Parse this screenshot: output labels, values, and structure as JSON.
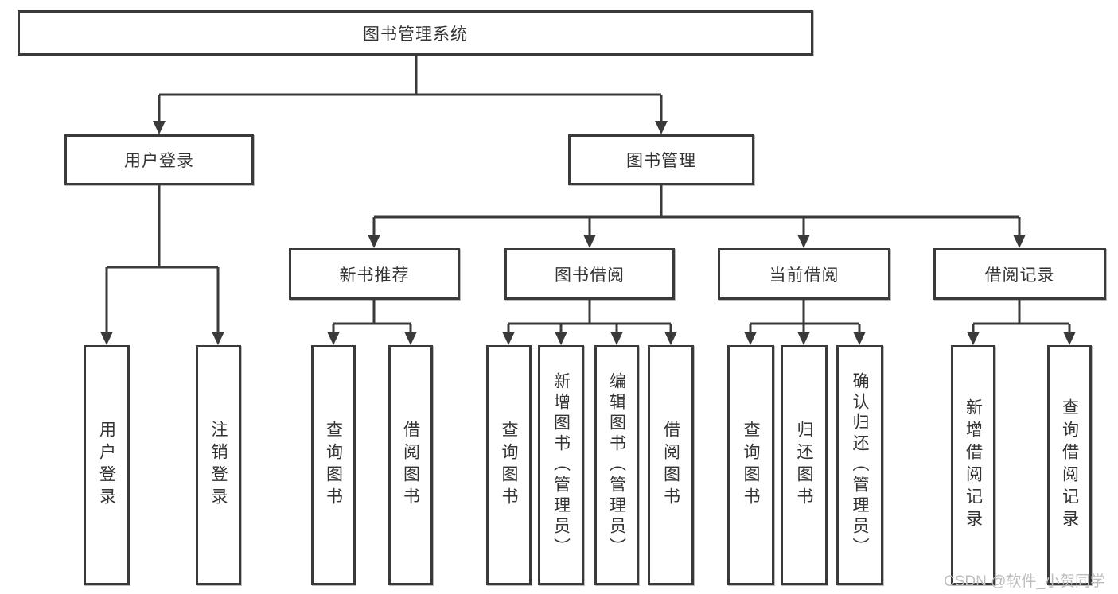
{
  "diagram": {
    "root": {
      "label": "图书管理系统"
    },
    "branches": {
      "user_login": {
        "label": "用户登录",
        "children": [
          {
            "label": "用户登录"
          },
          {
            "label": "注销登录"
          }
        ]
      },
      "book_management": {
        "label": "图书管理",
        "children": {
          "new_book": {
            "label": "新书推荐",
            "children": [
              {
                "label": "查询图书"
              },
              {
                "label": "借阅图书"
              }
            ]
          },
          "borrow": {
            "label": "图书借阅",
            "children": [
              {
                "label": "查询图书"
              },
              {
                "label": "新增图书（管理员）"
              },
              {
                "label": "编辑图书（管理员）"
              },
              {
                "label": "借阅图书"
              }
            ]
          },
          "current": {
            "label": "当前借阅",
            "children": [
              {
                "label": "查询图书"
              },
              {
                "label": "归还图书"
              },
              {
                "label": "确认归还（管理员）"
              }
            ]
          },
          "records": {
            "label": "借阅记录",
            "children": [
              {
                "label": "新增借阅记录"
              },
              {
                "label": "查询借阅记录"
              }
            ]
          }
        }
      }
    },
    "watermark": "CSDN @软件_小贺同学",
    "colors": {
      "line": "#3a3a3a",
      "border": "#3a3a3a",
      "text": "#333333",
      "watermark_text": "#bdbdbd",
      "background": "#ffffff"
    }
  }
}
